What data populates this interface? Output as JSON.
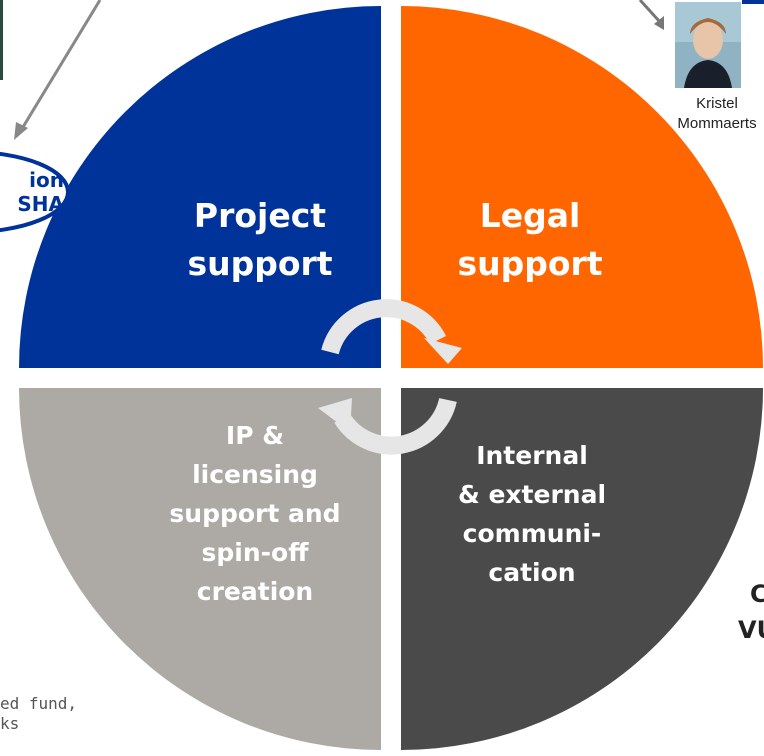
{
  "quadrants": {
    "project": {
      "line1": "Project",
      "line2": "support",
      "color": "#003399"
    },
    "legal": {
      "line1": "Legal",
      "line2": "support",
      "color": "#ff6600"
    },
    "ip": {
      "line1": "IP &",
      "line2": "licensing",
      "line3": "support and",
      "line4": "spin-off",
      "line5": "creation",
      "color": "#adaaa6"
    },
    "comm": {
      "line1": "Internal",
      "line2": "& external",
      "line3": "communi-",
      "line4": "cation",
      "color": "#4a4a4a"
    }
  },
  "badge_left": {
    "line1": "ion",
    "line2": "SHA"
  },
  "person": {
    "first_name": "Kristel",
    "last_name": "Mommaerts"
  },
  "partial_text": {
    "bottom_left_line1": "ed fund,",
    "bottom_left_line2": "ks",
    "right_line1": "C",
    "right_line2": "VU"
  },
  "colors": {
    "arrow": "#e4e4e4",
    "cycle_arrow": "#d9d9d9",
    "link_arrow": "#777777",
    "badge": "#003399"
  }
}
